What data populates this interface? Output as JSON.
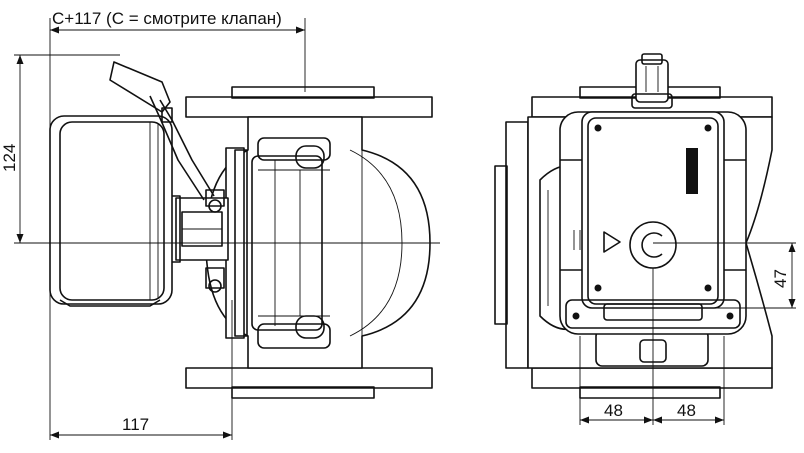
{
  "dimensions": {
    "top_width_label": "C+117 (C = смотрите клапан)",
    "bottom_width_label": "117",
    "left_height_label": "124",
    "right_height_label": "47",
    "right_offset_left_label": "48",
    "right_offset_right_label": "48"
  }
}
